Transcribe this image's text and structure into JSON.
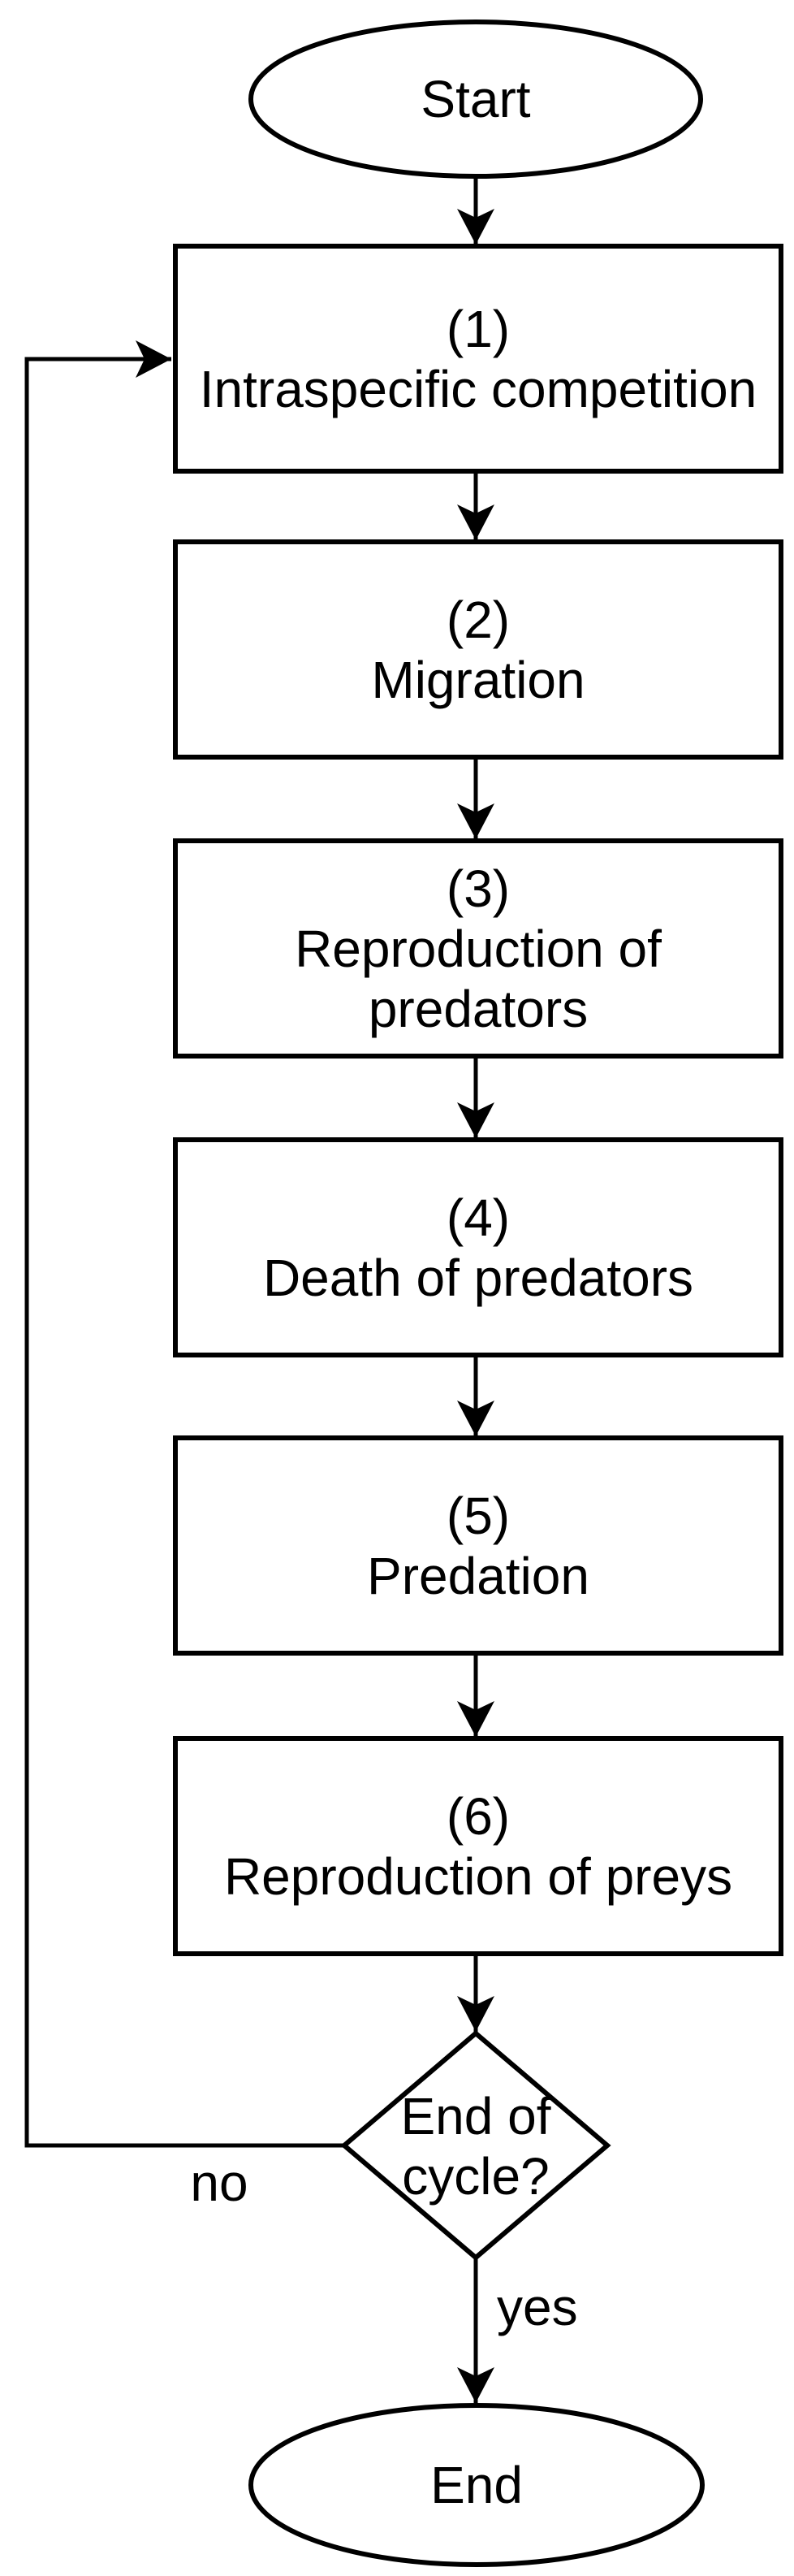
{
  "flowchart": {
    "background": "#ffffff",
    "stroke_color": "#000000",
    "start": {
      "label": "Start"
    },
    "steps": [
      {
        "number": "(1)",
        "label": "Intraspecific competition"
      },
      {
        "number": "(2)",
        "label": "Migration"
      },
      {
        "number": "(3)",
        "label": "Reproduction of predators"
      },
      {
        "number": "(4)",
        "label": "Death of predators"
      },
      {
        "number": "(5)",
        "label": "Predation"
      },
      {
        "number": "(6)",
        "label": "Reproduction of preys"
      }
    ],
    "decision": {
      "label": "End of cycle?",
      "no_label": "no",
      "yes_label": "yes"
    },
    "end": {
      "label": "End"
    }
  }
}
